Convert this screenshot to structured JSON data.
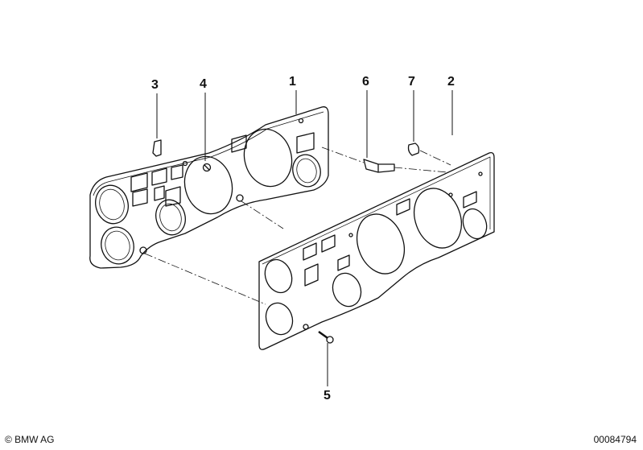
{
  "callouts": {
    "part1": "1",
    "part2": "2",
    "part3": "3",
    "part4": "4",
    "part5": "5",
    "part6": "6",
    "part7": "7"
  },
  "footer": {
    "copyright": "© BMW AG",
    "document_number": "00084794"
  },
  "colors": {
    "line": "#111111",
    "background": "#ffffff"
  }
}
